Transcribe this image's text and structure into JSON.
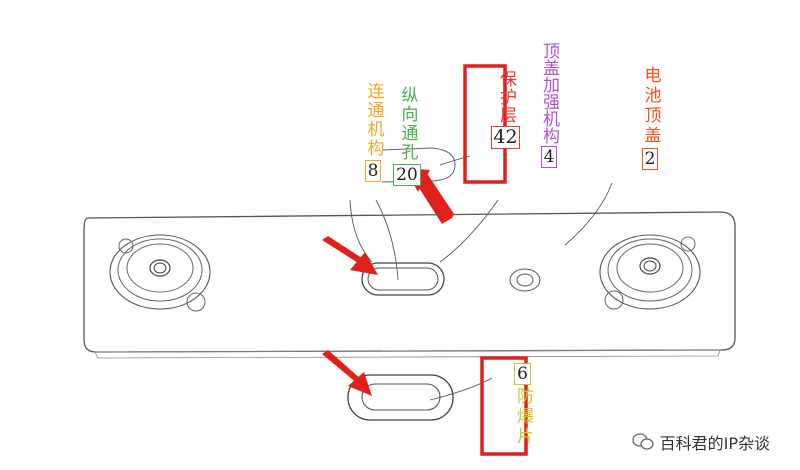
{
  "labels": {
    "lian_tong": {
      "text": "连通机构",
      "num": "8",
      "color": "#f5a623"
    },
    "zong_xiang": {
      "text": "纵向通孔",
      "num": "20",
      "color": "#4caf50"
    },
    "ding_gai": {
      "text": "顶盖加强机构",
      "num": "4",
      "color": "#b04fd0"
    },
    "bao_hu": {
      "text": "保护层",
      "num": "42",
      "color": "#e53935"
    },
    "dian_chi": {
      "text": "电池顶盖",
      "num": "2",
      "color": "#f4511e"
    },
    "fang_bao": {
      "text": "防爆片",
      "num": "6",
      "color": "#c8c832"
    }
  },
  "watermark": {
    "text": "百科君的IP杂谈",
    "icon": "wechat-icon"
  },
  "colors": {
    "highlight": "#e0201b",
    "drawing": "#444444"
  }
}
